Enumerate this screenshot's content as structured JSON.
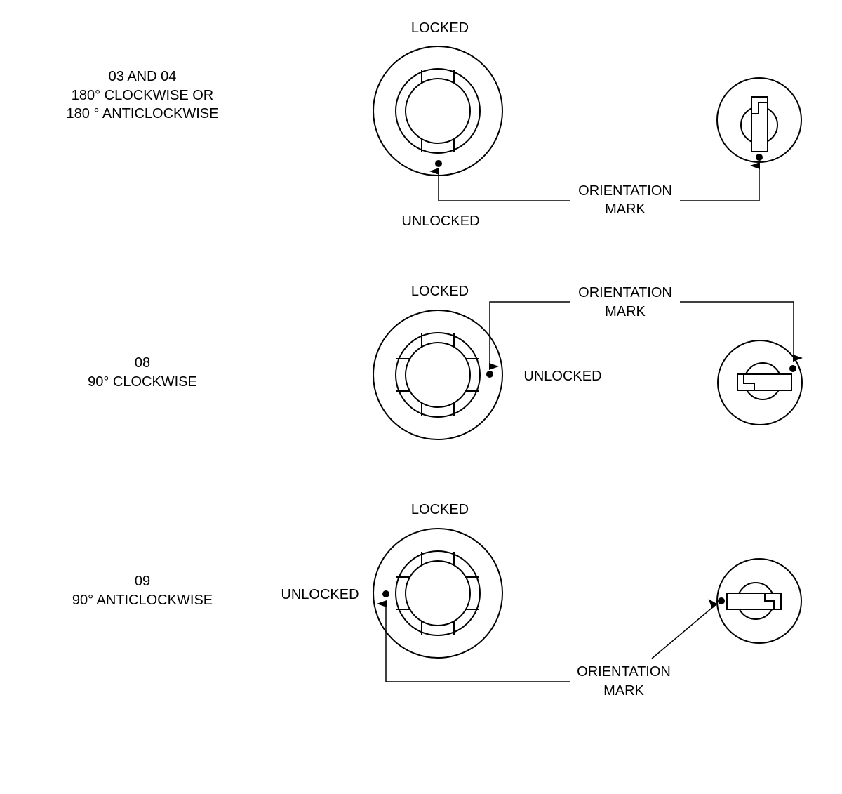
{
  "rows": [
    {
      "title_line1": "03 AND 04",
      "title_line2": "180°  CLOCKWISE OR",
      "title_line3": "180 ° ANTICLOCKWISE",
      "locked": "LOCKED",
      "unlocked": "UNLOCKED",
      "orientation_line1": "ORIENTATION",
      "orientation_line2": "MARK"
    },
    {
      "title_line1": "08",
      "title_line2": "90°  CLOCKWISE",
      "locked": "LOCKED",
      "unlocked": "UNLOCKED",
      "orientation_line1": "ORIENTATION",
      "orientation_line2": "MARK"
    },
    {
      "title_line1": "09",
      "title_line2": "90°  ANTICLOCKWISE",
      "locked": "LOCKED",
      "unlocked": "UNLOCKED",
      "orientation_line1": "ORIENTATION",
      "orientation_line2": "MARK"
    }
  ]
}
